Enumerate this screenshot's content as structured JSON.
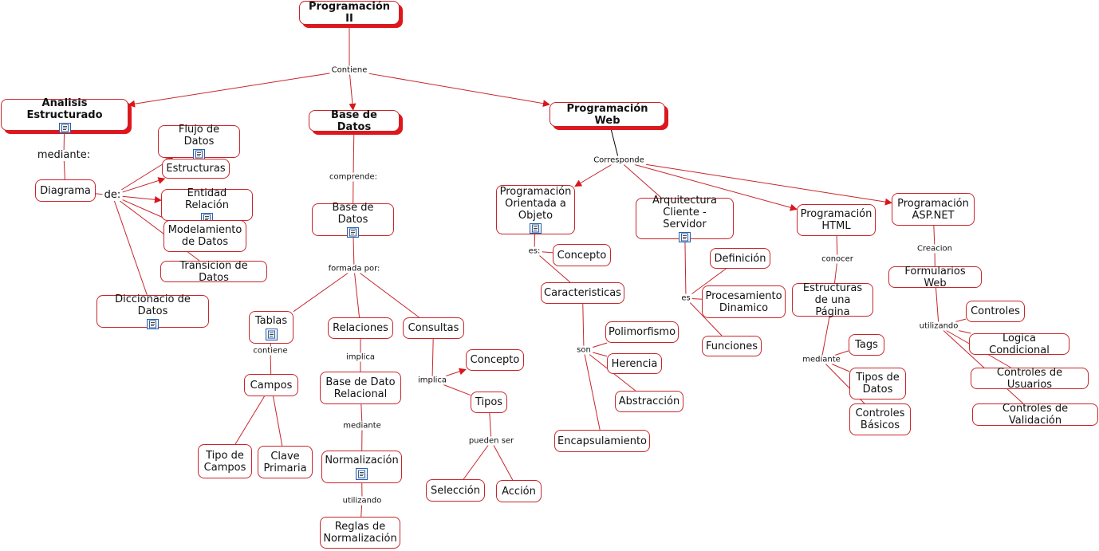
{
  "colors": {
    "line": "#c8252b",
    "shadow": "#e0161c",
    "text": "#111111",
    "icon": "#2b5fa8"
  },
  "icons": {
    "resource": "document-icon"
  },
  "nodes": {
    "prog2": {
      "label": "Programación II",
      "bold": true,
      "icon": false
    },
    "analisis": {
      "label": "Analisis Estructurado",
      "bold": true,
      "icon": true
    },
    "bd_main": {
      "label": "Base de Datos",
      "bold": true,
      "icon": false
    },
    "web": {
      "label": "Programación Web",
      "bold": true,
      "icon": false
    },
    "diagrama": {
      "label": "Diagrama",
      "icon": false
    },
    "flujo": {
      "label": "Flujo de Datos",
      "icon": true
    },
    "estructuras": {
      "label": "Estructuras",
      "icon": false
    },
    "entidad": {
      "label": "Entidad Relación",
      "icon": true
    },
    "modelamiento": {
      "label": "Modelamiento\nde Datos",
      "icon": false
    },
    "transicion": {
      "label": "Transicion de Datos",
      "icon": false
    },
    "diccionario": {
      "label": "Diccionacio de Datos",
      "icon": true
    },
    "bd_sub": {
      "label": "Base de Datos",
      "icon": true
    },
    "tablas": {
      "label": "Tablas",
      "icon": true
    },
    "relaciones": {
      "label": "Relaciones",
      "icon": false
    },
    "consultas": {
      "label": "Consultas",
      "icon": false
    },
    "campos": {
      "label": "Campos",
      "icon": false
    },
    "tipo_campos": {
      "label": "Tipo de\nCampos",
      "icon": false
    },
    "clave": {
      "label": "Clave\nPrimaria",
      "icon": false
    },
    "bd_relacional": {
      "label": "Base de Dato\nRelacional",
      "icon": false
    },
    "normalizacion": {
      "label": "Normalización",
      "icon": true
    },
    "reglas": {
      "label": "Reglas de\nNormalización",
      "icon": false
    },
    "concepto_c": {
      "label": "Concepto",
      "icon": false
    },
    "tipos": {
      "label": "Tipos",
      "icon": false
    },
    "seleccion": {
      "label": "Selección",
      "icon": false
    },
    "accion": {
      "label": "Acción",
      "icon": false
    },
    "poo": {
      "label": "Programación\nOrientada a\nObjeto",
      "icon": true
    },
    "concepto_p": {
      "label": "Concepto",
      "icon": false
    },
    "caracteristicas": {
      "label": "Caracteristicas",
      "icon": false
    },
    "polimorfismo": {
      "label": "Polimorfismo",
      "icon": false
    },
    "herencia": {
      "label": "Herencia",
      "icon": false
    },
    "abstraccion": {
      "label": "Abstracción",
      "icon": false
    },
    "encapsulamiento": {
      "label": "Encapsulamiento",
      "icon": false
    },
    "arquitectura": {
      "label": "Arquitectura\nCliente - Servidor",
      "icon": true
    },
    "definicion": {
      "label": "Definición",
      "icon": false
    },
    "procesamiento": {
      "label": "Procesamiento\nDinamico",
      "icon": false
    },
    "funciones": {
      "label": "Funciones",
      "icon": false
    },
    "html": {
      "label": "Programación\nHTML",
      "icon": false
    },
    "estructuras_pag": {
      "label": "Estructuras\nde una Página",
      "icon": false
    },
    "tags": {
      "label": "Tags",
      "icon": false
    },
    "tipos_datos": {
      "label": "Tipos de\nDatos",
      "icon": false
    },
    "controles_basicos": {
      "label": "Controles\nBásicos",
      "icon": false
    },
    "aspnet": {
      "label": "Programación\nASP.NET",
      "icon": false
    },
    "formularios": {
      "label": "Formularios Web",
      "icon": false
    },
    "controles": {
      "label": "Controles",
      "icon": false
    },
    "logica": {
      "label": "Logica Condicional",
      "icon": false
    },
    "controles_usuarios": {
      "label": "Controles de Usuarios",
      "icon": false
    },
    "controles_validacion": {
      "label": "Controles de Validación",
      "icon": false
    }
  },
  "links": {
    "contiene": {
      "label": "Contiene"
    },
    "mediante_ae": {
      "label": "mediante:",
      "big": true
    },
    "de": {
      "label": "de:",
      "big": true
    },
    "comprende": {
      "label": "comprende:"
    },
    "formada": {
      "label": "formada por:"
    },
    "contiene_t": {
      "label": "contiene"
    },
    "implica_r": {
      "label": "implica"
    },
    "mediante_r": {
      "label": "mediante"
    },
    "utilizando_n": {
      "label": "utilizando"
    },
    "implica_c": {
      "label": "implica"
    },
    "pueden": {
      "label": "pueden ser"
    },
    "corresponde": {
      "label": "Corresponde"
    },
    "es_p": {
      "label": "es:"
    },
    "son": {
      "label": "son"
    },
    "es_a": {
      "label": "es"
    },
    "conocer": {
      "label": "conocer"
    },
    "mediante_h": {
      "label": "mediante"
    },
    "creacion": {
      "label": "Creacion"
    },
    "utilizando_f": {
      "label": "utilizando"
    }
  },
  "connections": [
    [
      "prog2",
      "contiene"
    ],
    [
      "contiene",
      "analisis",
      "arrow"
    ],
    [
      "contiene",
      "bd_main",
      "arrow"
    ],
    [
      "contiene",
      "web",
      "arrow"
    ],
    [
      "analisis",
      "mediante_ae"
    ],
    [
      "mediante_ae",
      "diagrama"
    ],
    [
      "diagrama",
      "de"
    ],
    [
      "de",
      "flujo",
      "arrow"
    ],
    [
      "de",
      "estructuras",
      "arrow"
    ],
    [
      "de",
      "entidad",
      "arrow"
    ],
    [
      "de",
      "modelamiento"
    ],
    [
      "de",
      "transicion"
    ],
    [
      "de",
      "diccionario"
    ],
    [
      "bd_main",
      "comprende"
    ],
    [
      "comprende",
      "bd_sub"
    ],
    [
      "bd_sub",
      "formada"
    ],
    [
      "formada",
      "tablas"
    ],
    [
      "formada",
      "relaciones"
    ],
    [
      "formada",
      "consultas"
    ],
    [
      "tablas",
      "contiene_t"
    ],
    [
      "contiene_t",
      "campos"
    ],
    [
      "campos",
      "tipo_campos"
    ],
    [
      "campos",
      "clave"
    ],
    [
      "relaciones",
      "implica_r"
    ],
    [
      "implica_r",
      "bd_relacional"
    ],
    [
      "bd_relacional",
      "mediante_r"
    ],
    [
      "mediante_r",
      "normalizacion"
    ],
    [
      "normalizacion",
      "utilizando_n"
    ],
    [
      "utilizando_n",
      "reglas"
    ],
    [
      "consultas",
      "implica_c"
    ],
    [
      "implica_c",
      "concepto_c",
      "arrow"
    ],
    [
      "implica_c",
      "tipos"
    ],
    [
      "tipos",
      "pueden"
    ],
    [
      "pueden",
      "seleccion"
    ],
    [
      "pueden",
      "accion"
    ],
    [
      "web",
      "corresponde",
      "black"
    ],
    [
      "corresponde",
      "poo",
      "arrow"
    ],
    [
      "corresponde",
      "arquitectura"
    ],
    [
      "corresponde",
      "html",
      "arrow"
    ],
    [
      "corresponde",
      "aspnet",
      "arrow"
    ],
    [
      "poo",
      "es_p"
    ],
    [
      "es_p",
      "concepto_p"
    ],
    [
      "es_p",
      "caracteristicas"
    ],
    [
      "caracteristicas",
      "son"
    ],
    [
      "son",
      "polimorfismo"
    ],
    [
      "son",
      "herencia"
    ],
    [
      "son",
      "abstraccion"
    ],
    [
      "son",
      "encapsulamiento"
    ],
    [
      "arquitectura",
      "es_a"
    ],
    [
      "es_a",
      "definicion"
    ],
    [
      "es_a",
      "procesamiento"
    ],
    [
      "es_a",
      "funciones"
    ],
    [
      "html",
      "conocer"
    ],
    [
      "conocer",
      "estructuras_pag"
    ],
    [
      "estructuras_pag",
      "mediante_h"
    ],
    [
      "mediante_h",
      "tags"
    ],
    [
      "mediante_h",
      "tipos_datos"
    ],
    [
      "mediante_h",
      "controles_basicos"
    ],
    [
      "aspnet",
      "creacion"
    ],
    [
      "creacion",
      "formularios"
    ],
    [
      "formularios",
      "utilizando_f"
    ],
    [
      "utilizando_f",
      "controles"
    ],
    [
      "utilizando_f",
      "logica"
    ],
    [
      "utilizando_f",
      "controles_usuarios"
    ],
    [
      "utilizando_f",
      "controles_validacion"
    ]
  ]
}
